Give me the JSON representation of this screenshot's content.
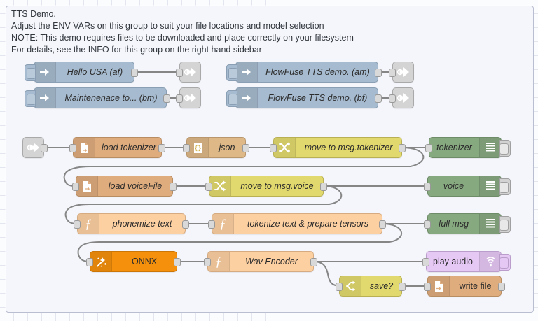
{
  "app": {
    "name": "node-red-flow-editor",
    "canvas": "flow-canvas"
  },
  "group": {
    "comment_lines": [
      "TTS Demo.",
      "Adjust the ENV VARs on this group to suit your file locations and model selection",
      "NOTE: This demo requires files to be downloaded and place correctly on your filesystem",
      "For details, see the INFO for this group on the right hand sidebar"
    ],
    "comment_text": "TTS Demo.\nAdjust the ENV VARs on this group to suit your file locations and model selection\nNOTE: This demo requires files to be downloaded and place correctly on your filesystem\nFor details, see the INFO for this group on the right hand sidebar"
  },
  "inject_nodes": [
    {
      "label": "Hello USA (af)",
      "icon": "inject-arrow-icon",
      "color": "#a6bbcf"
    },
    {
      "label": "Maintenenace to... (bm)",
      "icon": "inject-arrow-icon",
      "color": "#a6bbcf"
    },
    {
      "label": "FlowFuse TTS demo. (am)",
      "icon": "inject-arrow-icon",
      "color": "#a6bbcf"
    },
    {
      "label": "FlowFuse TTS demo. (bf)",
      "icon": "inject-arrow-icon",
      "color": "#a6bbcf"
    }
  ],
  "link_nodes": {
    "out_label": "link-out",
    "in_label": "link-in"
  },
  "flow_nodes": [
    {
      "label": "load tokenizer",
      "type": "file-in",
      "icon": "file-icon",
      "color": "#dfac7e"
    },
    {
      "label": "json",
      "type": "json",
      "icon": "braces-icon",
      "color": "#deb887"
    },
    {
      "label": "move to msg.tokenizer",
      "type": "change",
      "icon": "shuffle-icon",
      "color": "#e2d96e"
    },
    {
      "label": "tokenizer",
      "type": "debug",
      "icon": "debug-lines-icon",
      "color": "#87a980"
    },
    {
      "label": "load voiceFile",
      "type": "file-in",
      "icon": "file-icon",
      "color": "#dfac7e"
    },
    {
      "label": "move to msg.voice",
      "type": "change",
      "icon": "shuffle-icon",
      "color": "#e2d96e"
    },
    {
      "label": "voice",
      "type": "debug",
      "icon": "debug-lines-icon",
      "color": "#87a980"
    },
    {
      "label": "phonemize text",
      "type": "function",
      "icon": "function-f-icon",
      "color": "#fdd0a2"
    },
    {
      "label": "tokenize text & prepare tensors",
      "type": "function",
      "icon": "function-f-icon",
      "color": "#fdd0a2"
    },
    {
      "label": "full msg",
      "type": "debug",
      "icon": "debug-lines-icon",
      "color": "#87a980"
    },
    {
      "label": "ONNX",
      "type": "onnx",
      "icon": "magic-wand-icon",
      "color": "#f5900c"
    },
    {
      "label": "Wav Encoder",
      "type": "function",
      "icon": "function-f-icon",
      "color": "#fdd0a2"
    },
    {
      "label": "play audio",
      "type": "ui-audio",
      "icon": "speaker-wave-icon",
      "color": "#e6c8f5"
    },
    {
      "label": "save?",
      "type": "switch",
      "icon": "switch-icon",
      "color": "#e2d96e"
    },
    {
      "label": "write file",
      "type": "file-out",
      "icon": "file-out-icon",
      "color": "#dfac7e"
    }
  ],
  "colors": {
    "canvas_background": "#fbfcfe",
    "grid_line": "#e3e6ef",
    "group_background": "#f4f6fb",
    "group_border": "#b9bed0",
    "wire": "#868686"
  }
}
